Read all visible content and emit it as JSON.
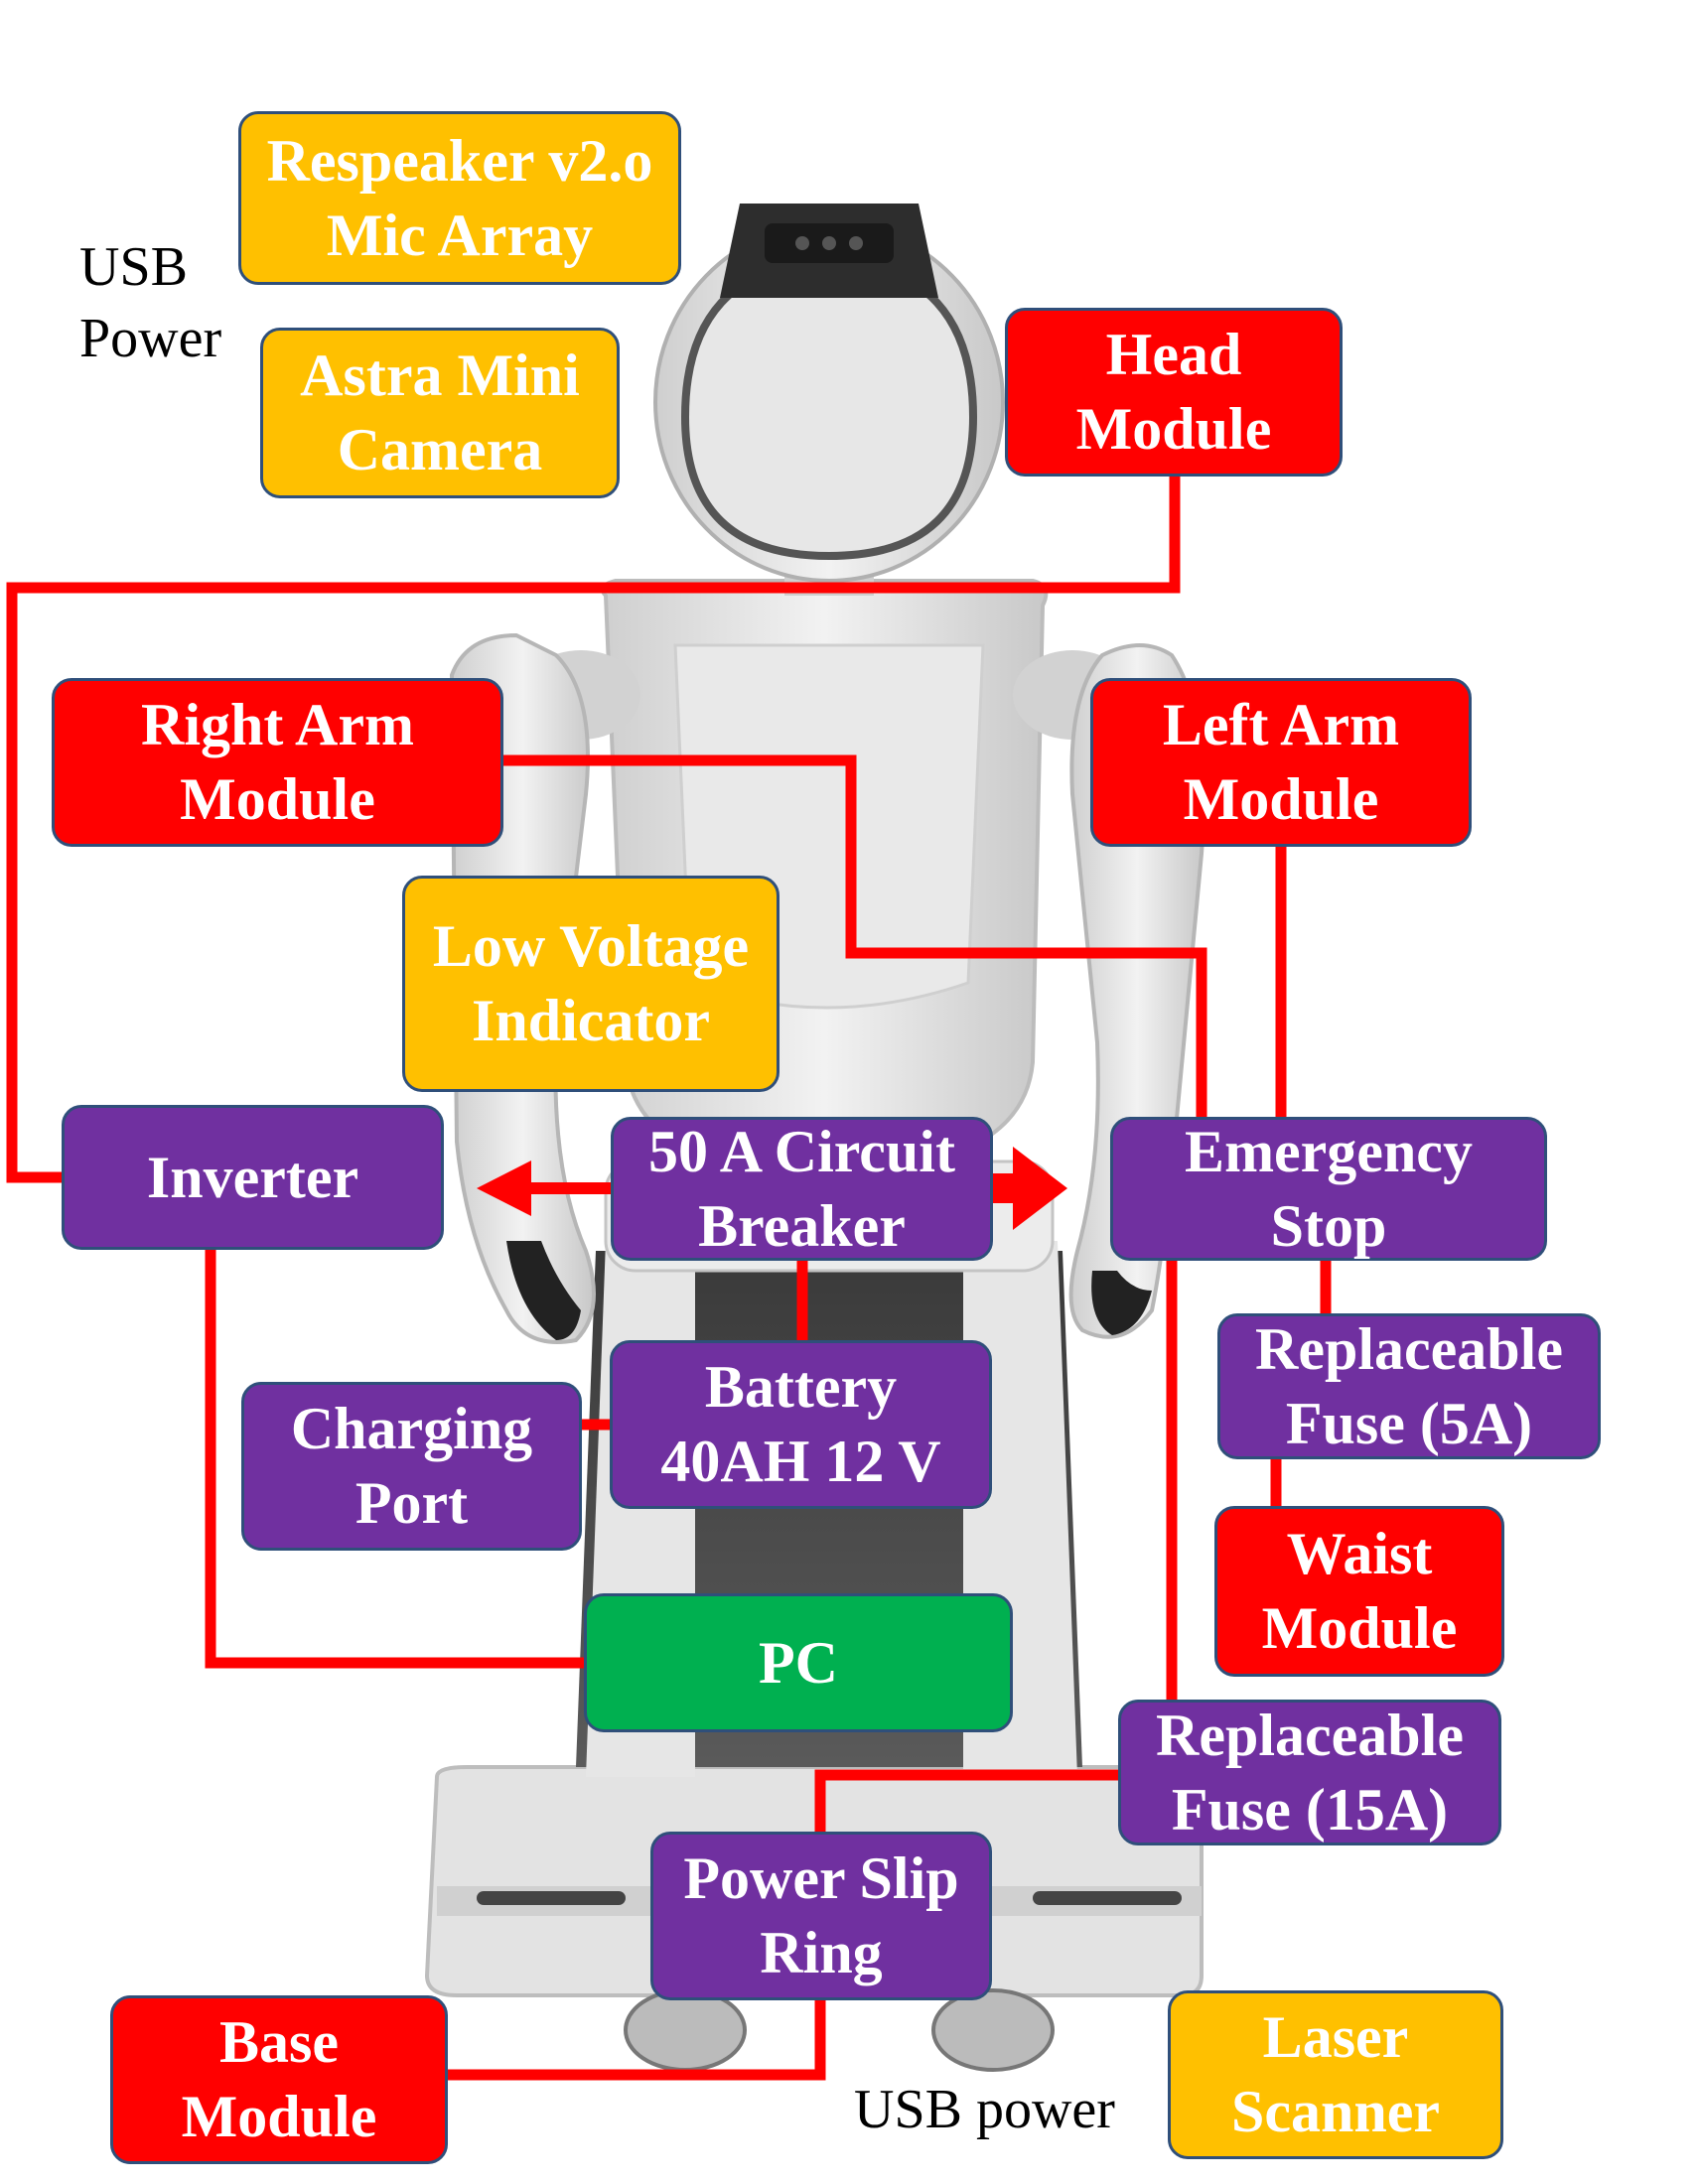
{
  "colors": {
    "actuator_module": "#ff0000",
    "usb_device": "#ffc000",
    "power_component": "#7030a0",
    "computer": "#00b050",
    "wire": "#ff0000",
    "box_border": "#2f4f7a",
    "box_text": "#ffffff",
    "free_text": "#000000"
  },
  "nodes": {
    "respeaker": {
      "label": "Respeaker v2.o\nMic Array",
      "category": "usb_device"
    },
    "astra": {
      "label": "Astra Mini\nCamera",
      "category": "usb_device"
    },
    "head": {
      "label": "Head\nModule",
      "category": "actuator_module"
    },
    "right_arm": {
      "label": "Right Arm\nModule",
      "category": "actuator_module"
    },
    "left_arm": {
      "label": "Left Arm\nModule",
      "category": "actuator_module"
    },
    "low_voltage": {
      "label": "Low Voltage\nIndicator",
      "category": "usb_device"
    },
    "inverter": {
      "label": "Inverter",
      "category": "power_component"
    },
    "breaker": {
      "label": "50 A Circuit\nBreaker",
      "category": "power_component"
    },
    "estop": {
      "label": "Emergency\nStop",
      "category": "power_component"
    },
    "fuse5": {
      "label": "Replaceable\nFuse (5A)",
      "category": "power_component"
    },
    "charging": {
      "label": "Charging\nPort",
      "category": "power_component"
    },
    "battery": {
      "label": "Battery\n40AH 12 V",
      "category": "power_component"
    },
    "waist": {
      "label": "Waist\nModule",
      "category": "actuator_module"
    },
    "pc": {
      "label": "PC",
      "category": "computer"
    },
    "fuse15": {
      "label": "Replaceable\nFuse (15A)",
      "category": "power_component"
    },
    "slip_ring": {
      "label": "Power Slip\nRing",
      "category": "power_component"
    },
    "base": {
      "label": "Base\nModule",
      "category": "actuator_module"
    },
    "laser": {
      "label": "Laser\nScanner",
      "category": "usb_device"
    }
  },
  "annotations": {
    "usb_power_top": "USB\nPower",
    "usb_power_bottom": "USB power"
  },
  "connections": [
    {
      "from": "head",
      "to": "inverter"
    },
    {
      "from": "right_arm",
      "to": "estop"
    },
    {
      "from": "left_arm",
      "to": "estop"
    },
    {
      "from": "breaker",
      "to": "inverter",
      "arrow": true
    },
    {
      "from": "breaker",
      "to": "estop",
      "arrow": true
    },
    {
      "from": "breaker",
      "to": "battery"
    },
    {
      "from": "battery",
      "to": "charging"
    },
    {
      "from": "inverter",
      "to": "pc"
    },
    {
      "from": "estop",
      "to": "fuse5"
    },
    {
      "from": "fuse5",
      "to": "waist"
    },
    {
      "from": "estop",
      "to": "fuse15"
    },
    {
      "from": "fuse15",
      "to": "slip_ring"
    },
    {
      "from": "slip_ring",
      "to": "base"
    }
  ]
}
